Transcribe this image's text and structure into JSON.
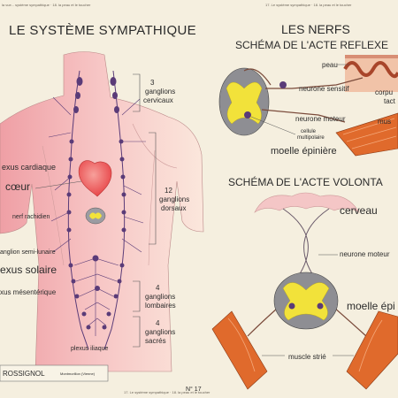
{
  "header": {
    "top_left_small": "la vue... système sympathique · 18. la peau et le toucher",
    "top_right_small": "17. Le système sympathique · 18. la peau et le toucher",
    "left_title": "LE SYSTÈME SYMPATHIQUE",
    "right_title": "LES NERFS",
    "reflex_title": "SCHÉMA DE L'ACTE REFLEXE",
    "voluntary_title": "SCHÉMA DE L'ACTE VOLONTA"
  },
  "left_panel": {
    "cervical": [
      "3",
      "ganglions",
      "cervicaux"
    ],
    "cardiac_plexus": "exus cardiaque",
    "heart": "cœur",
    "dorsal": [
      "12",
      "ganglions",
      "dorsaux"
    ],
    "spinal_nerve": "nerf rachidien",
    "semilunar": "anglion semi-lunaire",
    "solar_plexus": "exus solaire",
    "mesenteric": "xus mésentérique",
    "lumbar": [
      "4",
      "ganglions",
      "lombaires"
    ],
    "sacral": [
      "4",
      "ganglions",
      "sacrés"
    ],
    "iliac": "plexus iliaque"
  },
  "reflex": {
    "skin": "peau",
    "corpuscle": [
      "corpu",
      "tact"
    ],
    "sensory_neuron": "neurone sensitif",
    "cell": [
      "cellule",
      "multipolaire"
    ],
    "motor_neuron": "neurone moteur",
    "muscle": "mus",
    "spinal_cord": "moelle épinière"
  },
  "voluntary": {
    "brain": "cerveau",
    "motor_neuron": "neurone moteur",
    "spinal_cord": "moelle épi",
    "striated_muscle": "muscle strié"
  },
  "footer": {
    "publisher": "ROSSIGNOL",
    "city": "Montmorillon (Vienne)",
    "plate_number": "N° 17",
    "small_center": "17. Le système sympathique · 18. la peau et le toucher"
  },
  "colors": {
    "background": "#f5efdf",
    "body_pink": "#ef9fa5",
    "nerve_purple": "#5a3b78",
    "heart_red": "#e8474a",
    "cord_gray": "#8e8e93",
    "gray_matter": "#f2e23a",
    "muscle_orange": "#e06a2c",
    "brain_pink": "#f4c6c6"
  }
}
